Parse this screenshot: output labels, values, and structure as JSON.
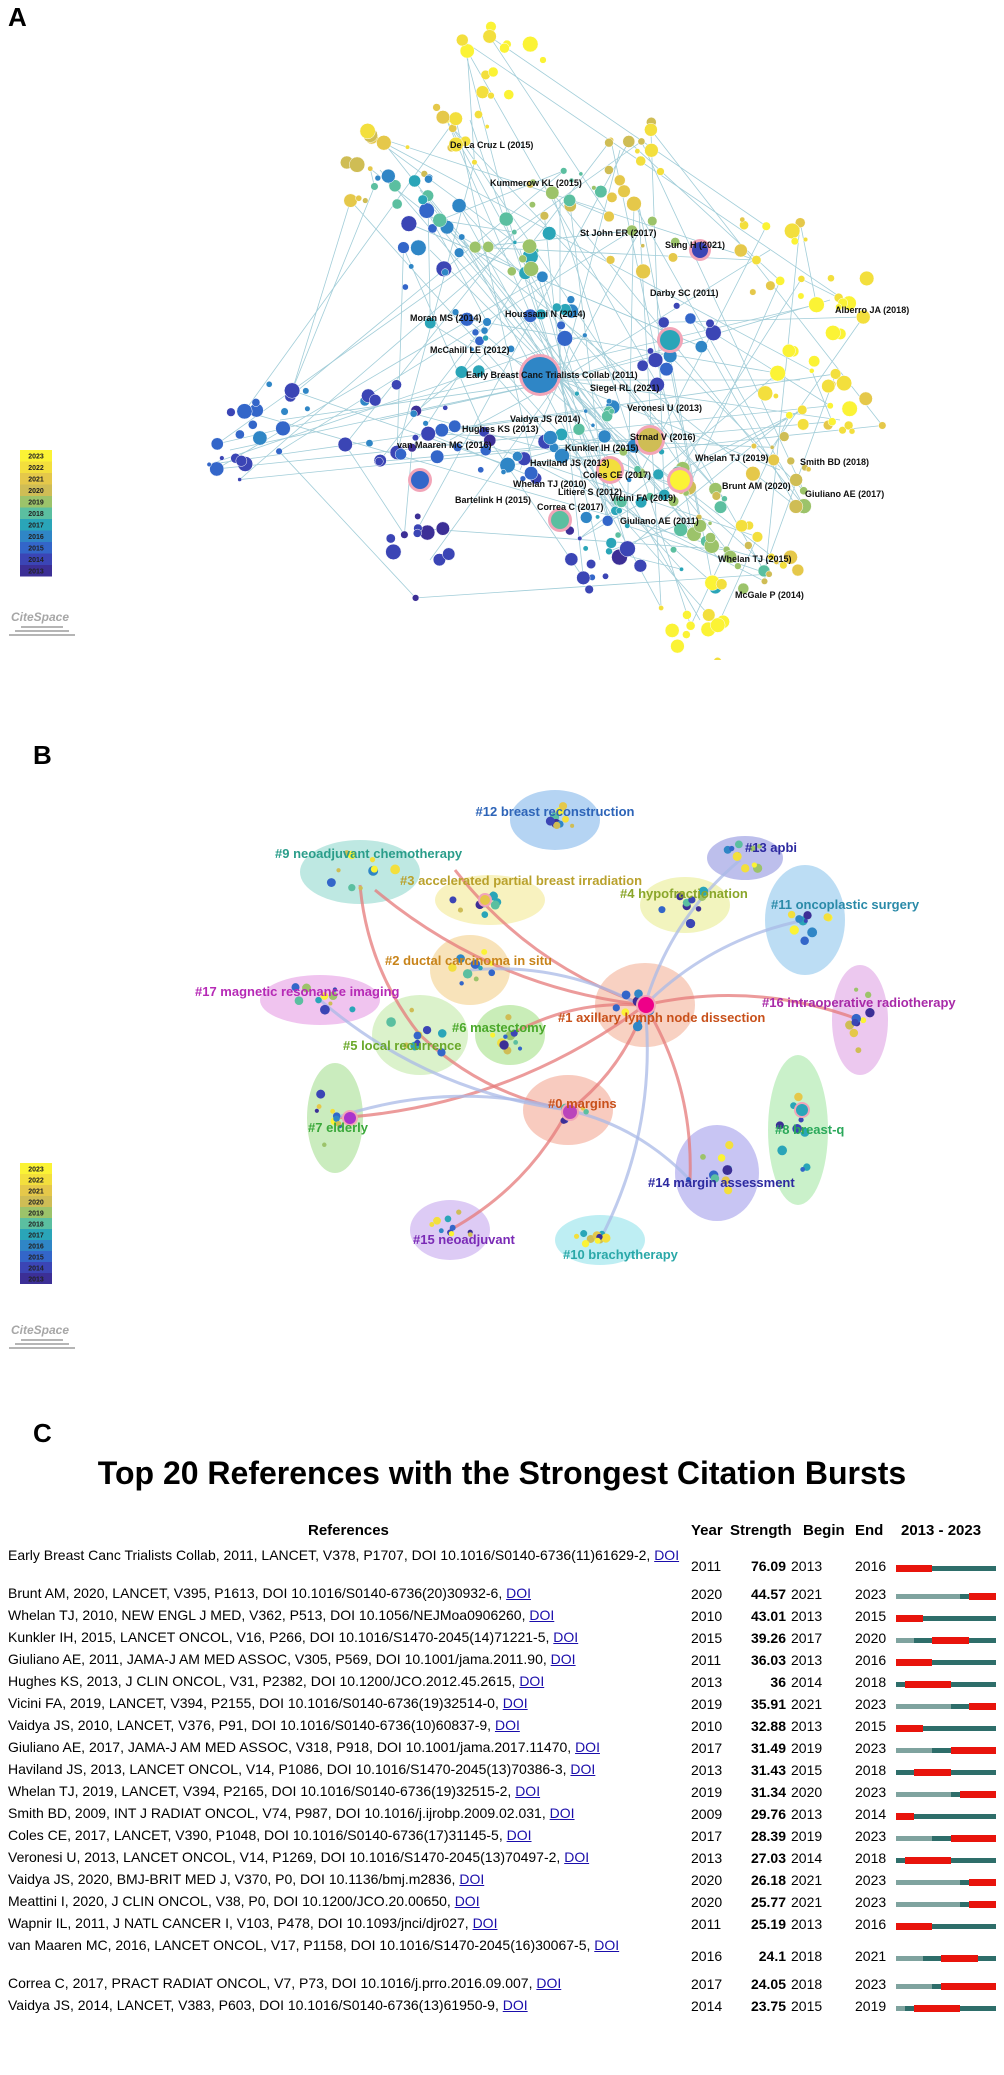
{
  "panels": {
    "a": "A",
    "b": "B",
    "c": "C"
  },
  "network_a": {
    "labels": [
      "De La Cruz L (2015)",
      "Kummerow KL (2015)",
      "St John ER (2017)",
      "Sung H (2021)",
      "Darby SC (2011)",
      "Alberro JA (2018)",
      "Houssami N (2014)",
      "Moran MS (2014)",
      "McCahill LE (2012)",
      "Early Breast Canc Trialists Collab (2011)",
      "Siegel RL (2021)",
      "Veronesi U (2013)",
      "Vaidya JS (2014)",
      "Hughes KS (2013)",
      "Strnad V (2016)",
      "van Maaren MC (2016)",
      "Kunkler IH (2015)",
      "Whelan TJ (2019)",
      "Haviland JS (2013)",
      "Smith BD (2018)",
      "Coles CE (2017)",
      "Whelan TJ (2010)",
      "Brunt AM (2020)",
      "Giuliano AE (2017)",
      "Litiere S (2012)",
      "Vicini FA (2019)",
      "Bartelink H (2015)",
      "Correa C (2017)",
      "Giuliano AE (2011)",
      "Whelan TJ (2015)",
      "McGale P (2014)"
    ]
  },
  "network_b": {
    "clusters": [
      "#12 breast reconstruction",
      "#9 neoadjuvant chemotherapy",
      "#3 accelerated partial breast irradiation",
      "#13 apbi",
      "#4 hypofractionation",
      "#11 oncoplastic surgery",
      "#2 ductal carcinoma in situ",
      "#17 magnetic resonance imaging",
      "#16 intraoperative radiotherapy",
      "#1 axillary lymph node dissection",
      "#6 mastectomy",
      "#5 local recurrence",
      "#0 margins",
      "#7 elderly",
      "#8 breast-q",
      "#14 margin assessment",
      "#15 neoadjuvant",
      "#10 brachytherapy"
    ]
  },
  "legend_years": [
    "2023",
    "2022",
    "2021",
    "2020",
    "2019",
    "2018",
    "2017",
    "2016",
    "2015",
    "2014",
    "2013"
  ],
  "logo_text": "CiteSpace",
  "colors": {
    "burst": "#e8140c",
    "timeline": "#2e6e6a",
    "timeline_pre": "#7fa39f",
    "doi_link": "#1a0dab"
  },
  "table": {
    "title": "Top 20 References with the Strongest Citation Bursts",
    "headers": {
      "references": "References",
      "year": "Year",
      "strength": "Strength",
      "begin": "Begin",
      "end": "End",
      "span": "2013 - 2023"
    },
    "doi_label": "DOI",
    "range_start": 2013,
    "range_end": 2023,
    "rows": [
      {
        "ref": "Early Breast Canc Trialists Collab, 2011, LANCET, V378, P1707, DOI 10.1016/S0140-6736(11)61629-2, ",
        "year": "2011",
        "strength": "76.09",
        "begin": "2013",
        "end": "2016"
      },
      {
        "ref": "Brunt AM, 2020, LANCET, V395, P1613, DOI 10.1016/S0140-6736(20)30932-6, ",
        "year": "2020",
        "strength": "44.57",
        "begin": "2021",
        "end": "2023"
      },
      {
        "ref": "Whelan TJ, 2010, NEW ENGL J MED, V362, P513, DOI 10.1056/NEJMoa0906260, ",
        "year": "2010",
        "strength": "43.01",
        "begin": "2013",
        "end": "2015"
      },
      {
        "ref": "Kunkler IH, 2015, LANCET ONCOL, V16, P266, DOI 10.1016/S1470-2045(14)71221-5, ",
        "year": "2015",
        "strength": "39.26",
        "begin": "2017",
        "end": "2020"
      },
      {
        "ref": "Giuliano AE, 2011, JAMA-J AM MED ASSOC, V305, P569, DOI 10.1001/jama.2011.90, ",
        "year": "2011",
        "strength": "36.03",
        "begin": "2013",
        "end": "2016"
      },
      {
        "ref": "Hughes KS, 2013, J CLIN ONCOL, V31, P2382, DOI 10.1200/JCO.2012.45.2615, ",
        "year": "2013",
        "strength": "36",
        "begin": "2014",
        "end": "2018"
      },
      {
        "ref": "Vicini FA, 2019, LANCET, V394, P2155, DOI 10.1016/S0140-6736(19)32514-0, ",
        "year": "2019",
        "strength": "35.91",
        "begin": "2021",
        "end": "2023"
      },
      {
        "ref": "Vaidya JS, 2010, LANCET, V376, P91, DOI 10.1016/S0140-6736(10)60837-9, ",
        "year": "2010",
        "strength": "32.88",
        "begin": "2013",
        "end": "2015"
      },
      {
        "ref": "Giuliano AE, 2017, JAMA-J AM MED ASSOC, V318, P918, DOI 10.1001/jama.2017.11470, ",
        "year": "2017",
        "strength": "31.49",
        "begin": "2019",
        "end": "2023"
      },
      {
        "ref": "Haviland JS, 2013, LANCET ONCOL, V14, P1086, DOI 10.1016/S1470-2045(13)70386-3, ",
        "year": "2013",
        "strength": "31.43",
        "begin": "2015",
        "end": "2018"
      },
      {
        "ref": "Whelan TJ, 2019, LANCET, V394, P2165, DOI 10.1016/S0140-6736(19)32515-2, ",
        "year": "2019",
        "strength": "31.34",
        "begin": "2020",
        "end": "2023"
      },
      {
        "ref": "Smith BD, 2009, INT J RADIAT ONCOL, V74, P987, DOI 10.1016/j.ijrobp.2009.02.031, ",
        "year": "2009",
        "strength": "29.76",
        "begin": "2013",
        "end": "2014"
      },
      {
        "ref": "Coles CE, 2017, LANCET, V390, P1048, DOI 10.1016/S0140-6736(17)31145-5, ",
        "year": "2017",
        "strength": "28.39",
        "begin": "2019",
        "end": "2023"
      },
      {
        "ref": "Veronesi U, 2013, LANCET ONCOL, V14, P1269, DOI 10.1016/S1470-2045(13)70497-2, ",
        "year": "2013",
        "strength": "27.03",
        "begin": "2014",
        "end": "2018"
      },
      {
        "ref": "Vaidya JS, 2020, BMJ-BRIT MED J, V370, P0, DOI 10.1136/bmj.m2836, ",
        "year": "2020",
        "strength": "26.18",
        "begin": "2021",
        "end": "2023"
      },
      {
        "ref": "Meattini I, 2020, J CLIN ONCOL, V38, P0, DOI 10.1200/JCO.20.00650, ",
        "year": "2020",
        "strength": "25.77",
        "begin": "2021",
        "end": "2023"
      },
      {
        "ref": "Wapnir IL, 2011, J NATL CANCER I, V103, P478, DOI 10.1093/jnci/djr027, ",
        "year": "2011",
        "strength": "25.19",
        "begin": "2013",
        "end": "2016"
      },
      {
        "ref": "van Maaren MC, 2016, LANCET ONCOL, V17, P1158, DOI 10.1016/S1470-2045(16)30067-5, ",
        "year": "2016",
        "strength": "24.1",
        "begin": "2018",
        "end": "2021"
      },
      {
        "ref": "Correa C, 2017, PRACT RADIAT ONCOL, V7, P73, DOI 10.1016/j.prro.2016.09.007, ",
        "year": "2017",
        "strength": "24.05",
        "begin": "2018",
        "end": "2023"
      },
      {
        "ref": "Vaidya JS, 2014, LANCET, V383, P603, DOI 10.1016/S0140-6736(13)61950-9, ",
        "year": "2014",
        "strength": "23.75",
        "begin": "2015",
        "end": "2019"
      }
    ]
  }
}
